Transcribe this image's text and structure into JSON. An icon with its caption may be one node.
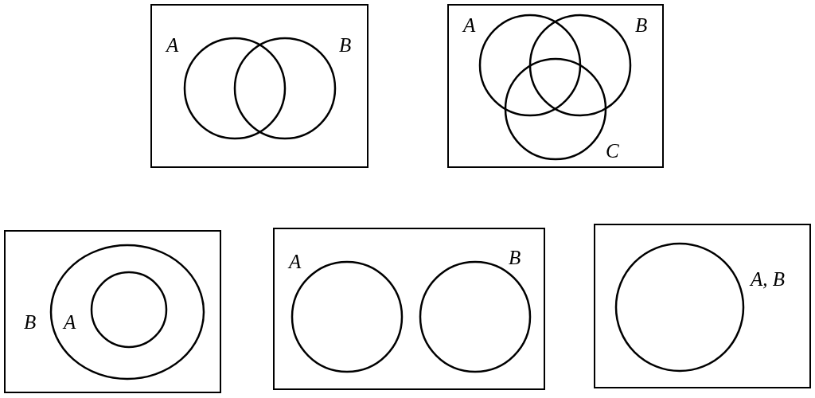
{
  "diagram": {
    "nodes": [
      {
        "text": [],
        "shape": "box"
      },
      {
        "text": [
          "A"
        ],
        "in": 0
      },
      {
        "text": [
          "B"
        ],
        "in": 0
      },
      {
        "text": [],
        "shape": "box"
      },
      {
        "text": [
          "A"
        ],
        "in": 3
      },
      {
        "text": [
          "B"
        ],
        "in": 3
      },
      {
        "text": [
          "C"
        ],
        "in": 3
      },
      {
        "text": [],
        "shape": "box"
      },
      {
        "text": [
          "B"
        ],
        "in": 7
      },
      {
        "text": [
          "A"
        ],
        "in": 8
      },
      {
        "text": [],
        "shape": "box"
      },
      {
        "text": [
          "A"
        ],
        "in": 10
      },
      {
        "text": [
          "B"
        ],
        "in": 10
      },
      {
        "text": [],
        "shape": "box"
      },
      {
        "text": [
          "A, B"
        ],
        "in": 13
      }
    ],
    "edges": []
  }
}
